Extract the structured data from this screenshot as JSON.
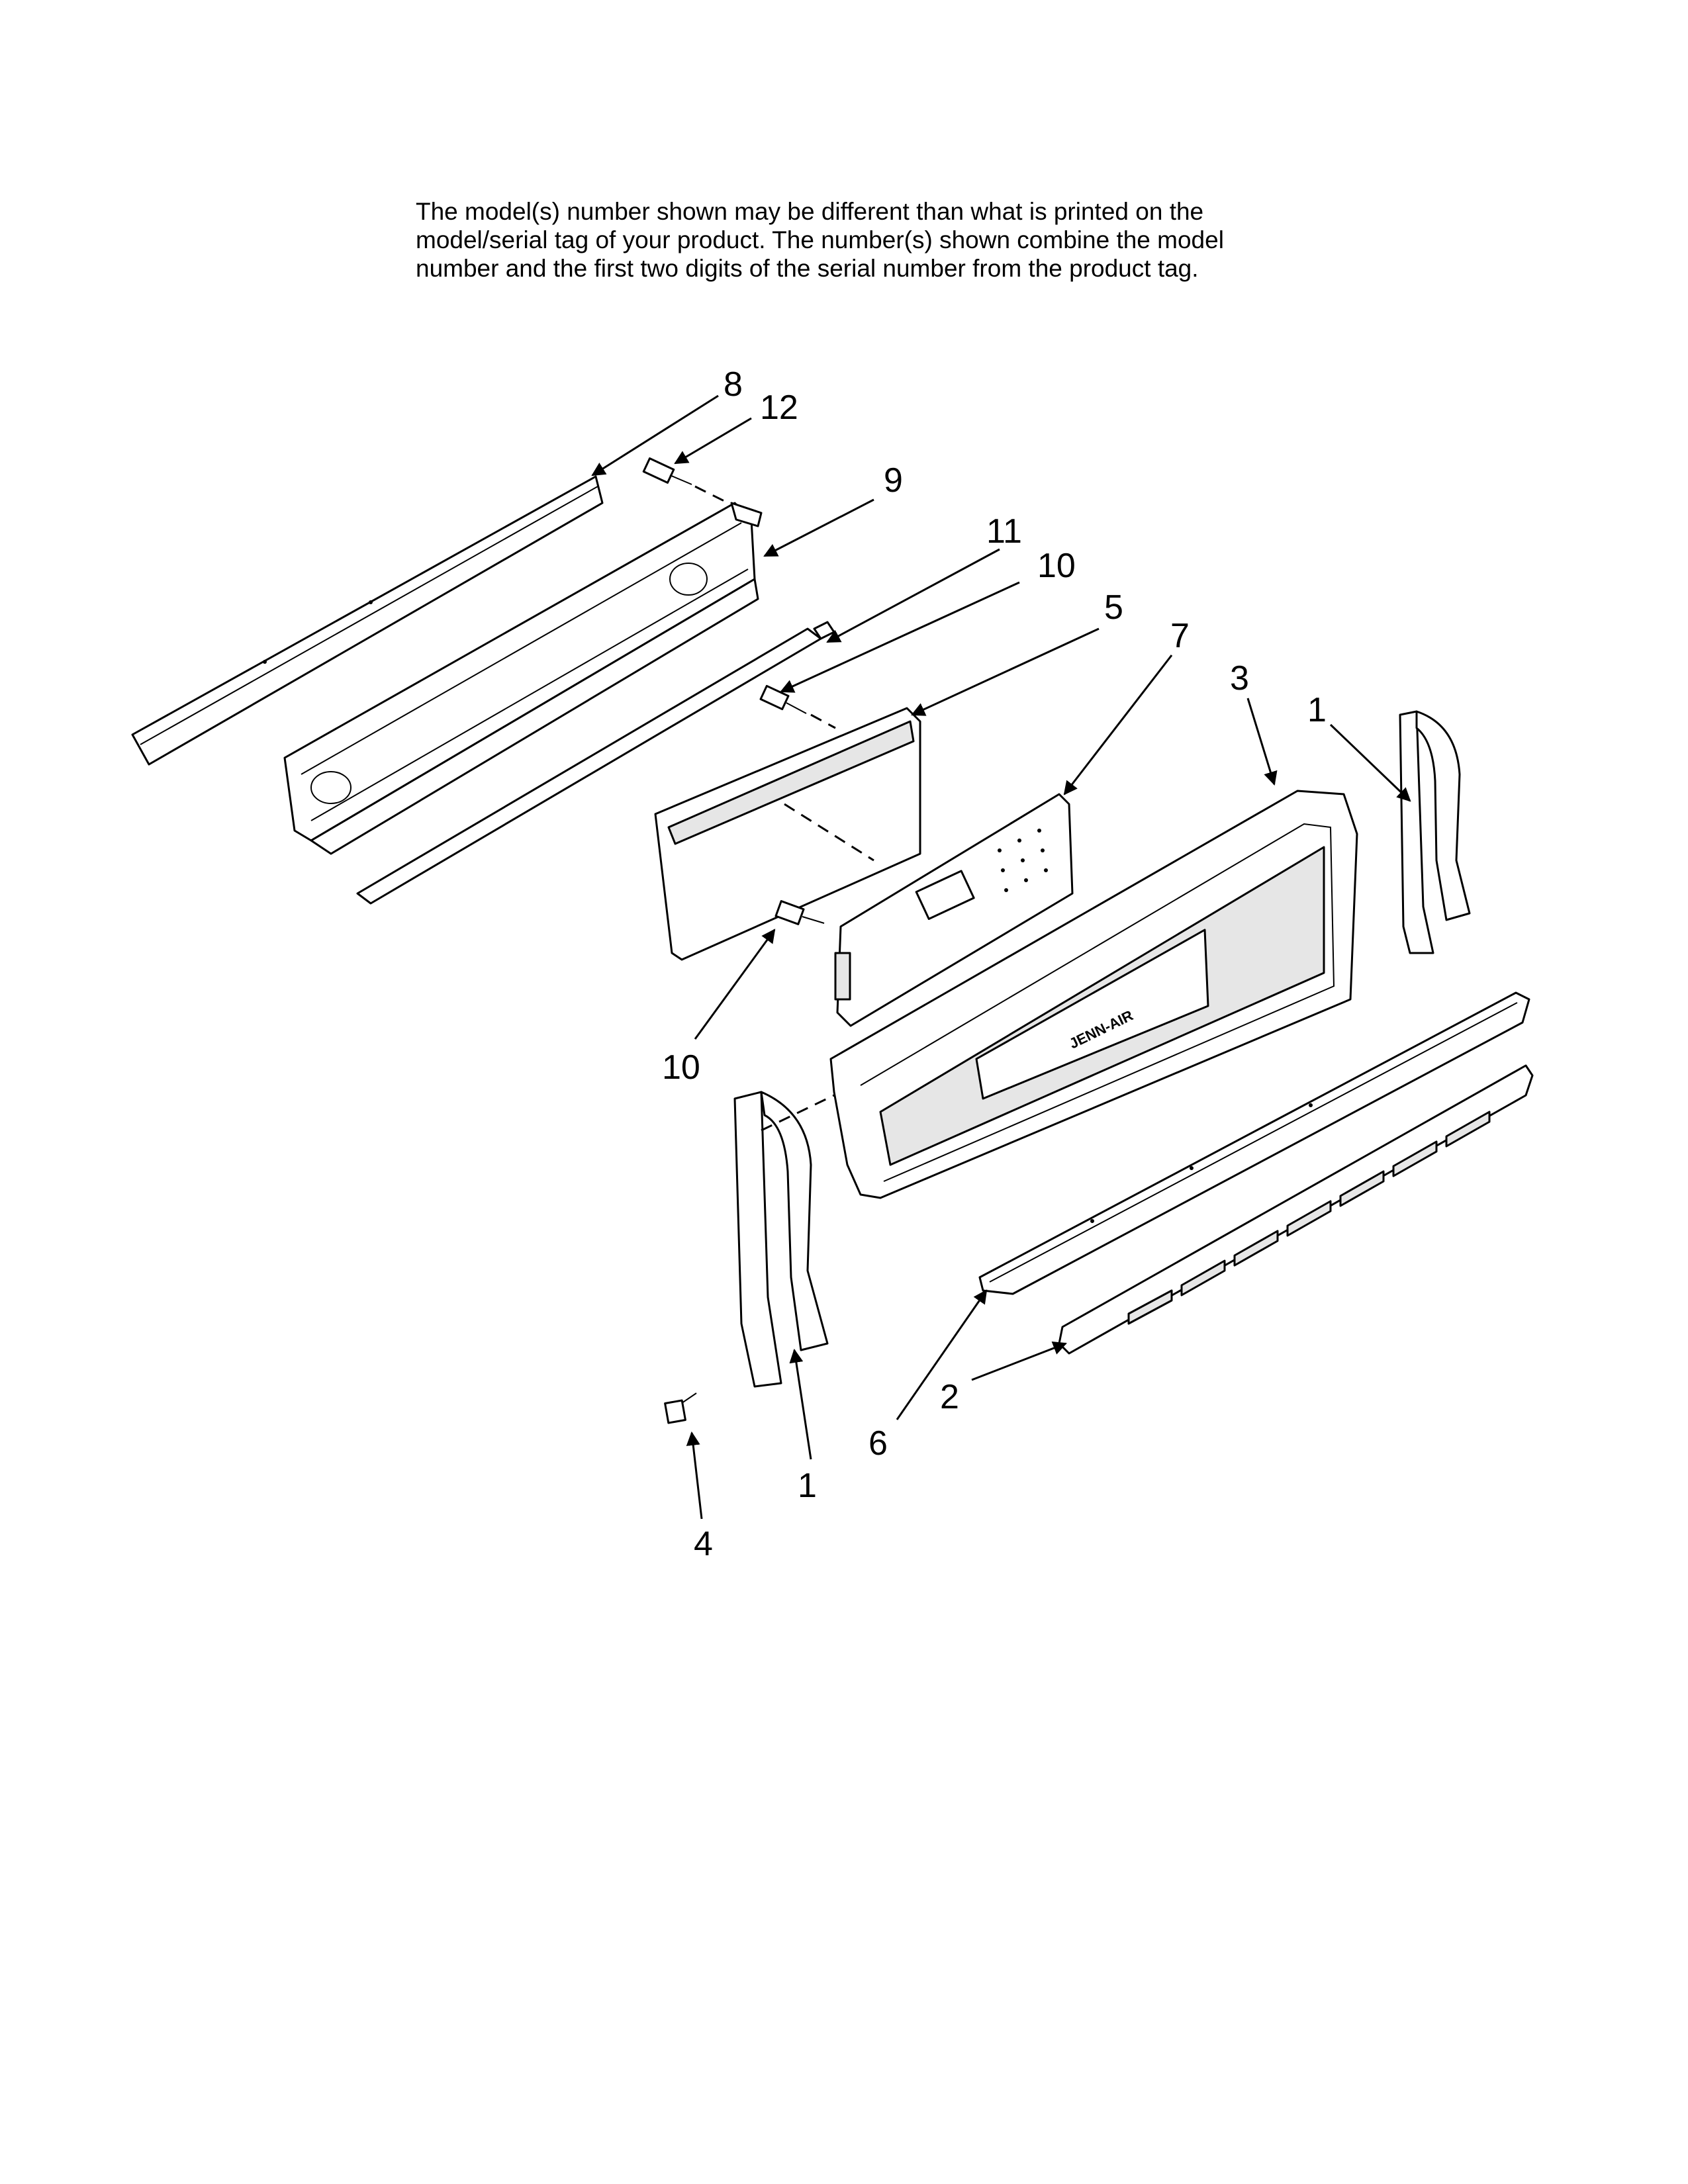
{
  "notice": {
    "lines": [
      "The model(s) number shown may be different than what is printed on the",
      "model/serial tag of your product. The number(s) shown combine the model",
      "number and the first two digits of the serial number from the product tag."
    ]
  },
  "callouts": {
    "c8": "8",
    "c12": "12",
    "c9": "9",
    "c11": "11",
    "c10_top": "10",
    "c5": "5",
    "c7": "7",
    "c3": "3",
    "c1_right": "1",
    "c10_bottom": "10",
    "c1_bottom": "1",
    "c2": "2",
    "c6": "6",
    "c4": "4"
  },
  "brand_mark": "JENN-AIR"
}
